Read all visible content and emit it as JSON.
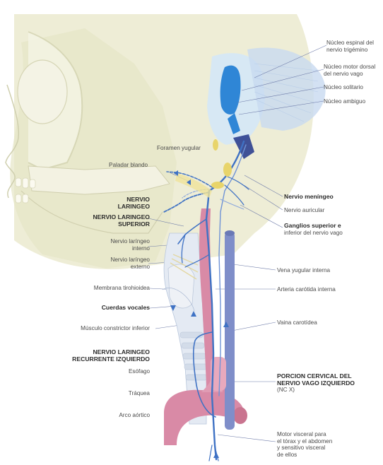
{
  "colors": {
    "nerve_blue": "#3f72c4",
    "carotid_pink": "#d98aa6",
    "jugular_blue": "#7f8ec9",
    "ganglion_yellow": "#e8d46a",
    "nucleus_blue": "#2f86d6",
    "face_tone": "#ecebd4"
  },
  "labels": {
    "nucleo_espinal": [
      "Núcleo espinal del",
      "nervio trigémino"
    ],
    "nucleo_motor": [
      "Núcleo motor dorsal",
      "del nervio vago"
    ],
    "nucleo_solitario": [
      "Núcleo solitario"
    ],
    "nucleo_ambiguo": [
      "Núcleo ambiguo"
    ],
    "foramen_yugular": [
      "Foramen yugular"
    ],
    "paladar_blando": [
      "Paladar blando"
    ],
    "nervio_laringeo": [
      "NERVIO",
      "LARINGEO"
    ],
    "nervio_laringeo_superior": [
      "NERVIO LARINGEO",
      "SUPERIOR"
    ],
    "nervio_laringeo_interno": [
      "Nervio laríngeo",
      "interno"
    ],
    "nervio_laringeo_externo": [
      "Nervio laríngeo",
      "externo"
    ],
    "membrana_tirohioidea": [
      "Membrana tirohioidea"
    ],
    "cuerdas_vocales": [
      "Cuerdas vocales"
    ],
    "musculo_constrictor": [
      "Músculo constrictor inferior"
    ],
    "nervio_laringeo_recurrente": [
      "NERVIO LARINGEO",
      "RECURRENTE IZQUIERDO"
    ],
    "esofago": [
      "Esófago"
    ],
    "traquea": [
      "Tráquea"
    ],
    "arco_aortico": [
      "Arco aórtico"
    ],
    "nervio_meningeo": [
      "Nervio meníngeo"
    ],
    "nervio_auricular": [
      "Nervio auricular"
    ],
    "ganglios": [
      "Ganglios superior e",
      "inferior del nervio vago"
    ],
    "vena_yugular": [
      "Vena yugular interna"
    ],
    "arteria_carotida": [
      "Arteria carótida interna"
    ],
    "vaina_carotidea": [
      "Vaina carotídea"
    ],
    "porcion_cervical": [
      "PORCION CERVICAL DEL",
      "NERVIO VAGO IZQUIERDO",
      "(NC X)"
    ],
    "motor_visceral": [
      "Motor visceral para",
      "el tórax y el abdomen",
      "y sensitivo visceral",
      "de ellos"
    ]
  }
}
